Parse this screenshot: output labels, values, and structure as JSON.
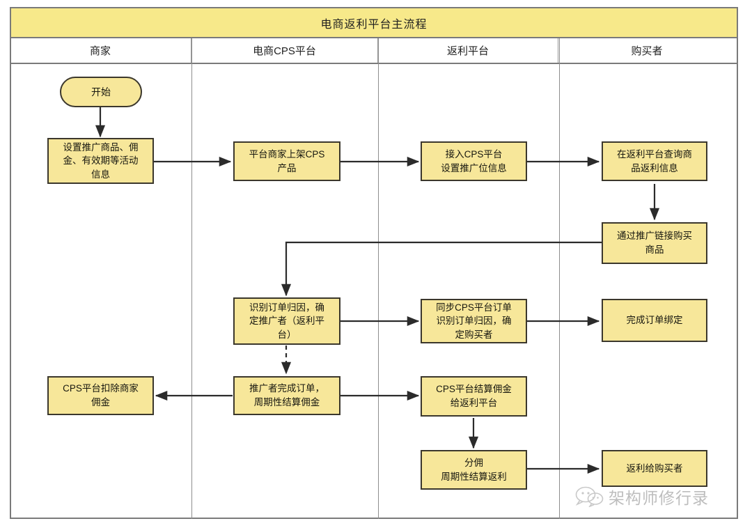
{
  "diagram": {
    "title": "电商返利平台主流程",
    "lanes": [
      {
        "id": "merchant",
        "label": "商家"
      },
      {
        "id": "cps",
        "label": "电商CPS平台"
      },
      {
        "id": "rebate",
        "label": "返利平台"
      },
      {
        "id": "buyer",
        "label": "购买者"
      }
    ],
    "colors": {
      "node_fill": "#f7e79a",
      "node_border": "#3b372c",
      "title_fill": "#f7e98a",
      "frame_border": "#7a7a7a",
      "connector": "#2b2b2b"
    },
    "nodes": [
      {
        "id": "start",
        "lane": "merchant",
        "shape": "terminator",
        "label": "开始"
      },
      {
        "id": "setup",
        "lane": "merchant",
        "shape": "process",
        "label": "设置推广商品、佣\n金、有效期等活动\n信息"
      },
      {
        "id": "listing",
        "lane": "cps",
        "shape": "process",
        "label": "平台商家上架CPS\n产品"
      },
      {
        "id": "connect",
        "lane": "rebate",
        "shape": "process",
        "label": "接入CPS平台\n设置推广位信息"
      },
      {
        "id": "query",
        "lane": "buyer",
        "shape": "process",
        "label": "在返利平台查询商\n品返利信息"
      },
      {
        "id": "buy",
        "lane": "buyer",
        "shape": "process",
        "label": "通过推广链接购买\n商品"
      },
      {
        "id": "attribution",
        "lane": "cps",
        "shape": "process",
        "label": "识别订单归因，确\n定推广者（返利平\n台）"
      },
      {
        "id": "sync",
        "lane": "rebate",
        "shape": "process",
        "label": "同步CPS平台订单\n识别订单归因，确\n定购买者"
      },
      {
        "id": "bind",
        "lane": "buyer",
        "shape": "process",
        "label": "完成订单绑定"
      },
      {
        "id": "deduct",
        "lane": "merchant",
        "shape": "process",
        "label": "CPS平台扣除商家\n佣金"
      },
      {
        "id": "settle",
        "lane": "cps",
        "shape": "process",
        "label": "推广者完成订单，\n周期性结算佣金"
      },
      {
        "id": "payout",
        "lane": "rebate",
        "shape": "process",
        "label": "CPS平台结算佣金\n给返利平台"
      },
      {
        "id": "split",
        "lane": "rebate",
        "shape": "process",
        "label": "分佣\n周期性结算返利"
      },
      {
        "id": "rebate_user",
        "lane": "buyer",
        "shape": "process",
        "label": "返利给购买者"
      }
    ],
    "edges": [
      {
        "from": "start",
        "to": "setup",
        "style": "solid"
      },
      {
        "from": "setup",
        "to": "listing",
        "style": "solid"
      },
      {
        "from": "listing",
        "to": "connect",
        "style": "solid"
      },
      {
        "from": "connect",
        "to": "query",
        "style": "solid"
      },
      {
        "from": "query",
        "to": "buy",
        "style": "solid"
      },
      {
        "from": "buy",
        "to": "attribution",
        "style": "solid"
      },
      {
        "from": "attribution",
        "to": "sync",
        "style": "solid"
      },
      {
        "from": "sync",
        "to": "bind",
        "style": "solid"
      },
      {
        "from": "attribution",
        "to": "settle",
        "style": "dashed"
      },
      {
        "from": "settle",
        "to": "deduct",
        "style": "solid"
      },
      {
        "from": "settle",
        "to": "payout",
        "style": "solid"
      },
      {
        "from": "payout",
        "to": "split",
        "style": "solid"
      },
      {
        "from": "split",
        "to": "rebate_user",
        "style": "solid"
      }
    ]
  },
  "watermark": {
    "icon": "wechat-icon",
    "text": "架构师修行录"
  }
}
